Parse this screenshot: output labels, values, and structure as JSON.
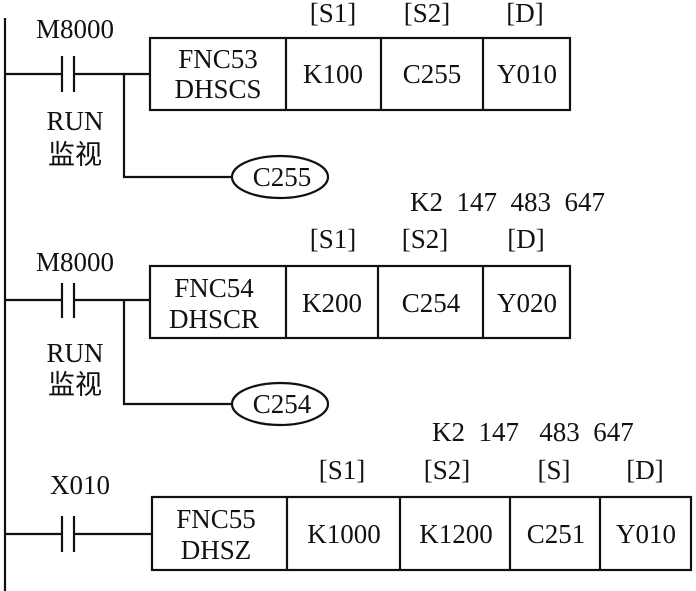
{
  "rungs": [
    {
      "contact": "M8000",
      "contact_note": [
        "RUN",
        "监视"
      ],
      "instruction": [
        "FNC53",
        "DHSCS"
      ],
      "operand_headers": [
        "[S1]",
        "[S2]",
        "[D]"
      ],
      "operands": [
        "K100",
        "C255",
        "Y010"
      ],
      "coil": "C255"
    },
    {
      "range_note": "K2  147  483  647",
      "contact": "M8000",
      "contact_note": [
        "RUN",
        "监视"
      ],
      "instruction": [
        "FNC54",
        "DHSCR"
      ],
      "operand_headers": [
        "[S1]",
        "[S2]",
        "[D]"
      ],
      "operands": [
        "K200",
        "C254",
        "Y020"
      ],
      "coil": "C254"
    },
    {
      "range_note": "K2  147   483  647",
      "contact": "X010",
      "instruction": [
        "FNC55",
        "DHSZ"
      ],
      "operand_headers": [
        "[S1]",
        "[S2]",
        "[S]",
        "[D]"
      ],
      "operands": [
        "K1000",
        "K1200",
        "C251",
        "Y010"
      ]
    }
  ]
}
